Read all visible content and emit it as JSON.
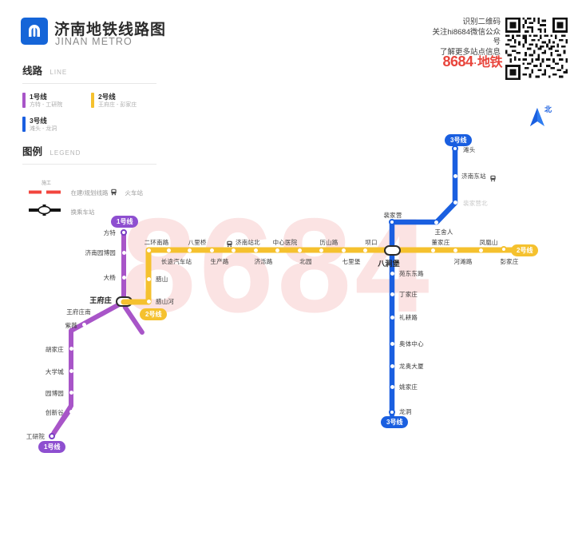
{
  "header": {
    "title_cn": "济南地铁线路图",
    "title_en": "JINAN METRO",
    "logo_icon": "jinan-metro-logo-icon"
  },
  "promo": {
    "line1": "识别二维码",
    "line2": "关注hi8684微信公众号",
    "line3": "了解更多站点信息",
    "brand": "8684",
    "brand_sep": "·",
    "brand_sub": "地铁",
    "qr_icon": "qr-code-icon",
    "brand_color": "#e8453c"
  },
  "panel": {
    "lines_head_cn": "线路",
    "lines_head_en": "LINE",
    "legend_head_cn": "图例",
    "legend_head_en": "LEGEND",
    "lines": [
      {
        "name": "1号线",
        "range": "方特 - 工研院",
        "color": "#a855c8"
      },
      {
        "name": "2号线",
        "range": "王府庄 - 彭家庄",
        "color": "#f5c12e"
      },
      {
        "name": "3号线",
        "range": "滩头 - 龙洞",
        "color": "#1a5fe0"
      }
    ],
    "legend": [
      {
        "icon": "under-construction-icon",
        "label": "在建/规划线路",
        "cap": "施工"
      },
      {
        "icon": "train-station-icon",
        "label": "火车站"
      },
      {
        "icon": "interchange-station-icon",
        "label": "换乘车站"
      }
    ]
  },
  "compass": {
    "label": "北",
    "icon": "north-arrow-icon"
  },
  "watermark": {
    "text": "8684",
    "color": "#fbe3e3"
  },
  "map": {
    "line_tags": [
      {
        "id": "tag-l1-north",
        "text": "1号线",
        "color": "purple"
      },
      {
        "id": "tag-l1-south",
        "text": "1号线",
        "color": "purple"
      },
      {
        "id": "tag-l2-west",
        "text": "2号线",
        "color": "yellow"
      },
      {
        "id": "tag-l2-east",
        "text": "2号线",
        "color": "yellow"
      },
      {
        "id": "tag-l3-north",
        "text": "3号线",
        "color": "blue"
      },
      {
        "id": "tag-l3-south",
        "text": "3号线",
        "color": "blue"
      }
    ],
    "line1": {
      "color": "#a855c8",
      "stations": [
        {
          "name": "方特",
          "type": "terminal"
        },
        {
          "name": "济南园博园",
          "type": "normal"
        },
        {
          "name": "大杨",
          "type": "normal"
        },
        {
          "name": "王府庄",
          "type": "interchange"
        },
        {
          "name": "王府庄南",
          "type": "normal"
        },
        {
          "name": "紫薇",
          "type": "normal"
        },
        {
          "name": "胡家庄",
          "type": "normal"
        },
        {
          "name": "大学城",
          "type": "normal"
        },
        {
          "name": "园博园",
          "type": "normal"
        },
        {
          "name": "创新谷",
          "type": "normal"
        },
        {
          "name": "工研院",
          "type": "terminal"
        }
      ]
    },
    "line2": {
      "color": "#f5c12e",
      "stations_top": [
        "二环南路",
        "八里桥",
        "济南站北",
        "中心医院",
        "历山路",
        "坝口"
      ],
      "stations_bottom": [
        "长途汽车站",
        "生产路",
        "济泺路",
        "北园",
        "七里堡"
      ],
      "stations_west_branch": [
        "腊山",
        "腊山河"
      ],
      "stations_east_top": [
        "董家庄",
        "凤凰山"
      ],
      "stations_east_bottom": [
        "河滩路",
        "彭家庄"
      ],
      "interchange": "八涧堡",
      "rail_station_icon": "train-station-icon"
    },
    "line3": {
      "color": "#1a5fe0",
      "stations_north": [
        {
          "name": "滩头",
          "type": "terminal"
        },
        {
          "name": "济南东站",
          "type": "rail"
        },
        {
          "name": "裴家营北",
          "type": "faint"
        },
        {
          "name": "王舍人",
          "type": "normal"
        },
        {
          "name": "裴家营",
          "type": "terminal"
        }
      ],
      "stations_south": [
        "八涧堡",
        "苑东东路",
        "丁家庄",
        "礼耕路",
        "奥体中心",
        "龙奥大厦",
        "姚家庄",
        "龙洞"
      ]
    }
  }
}
